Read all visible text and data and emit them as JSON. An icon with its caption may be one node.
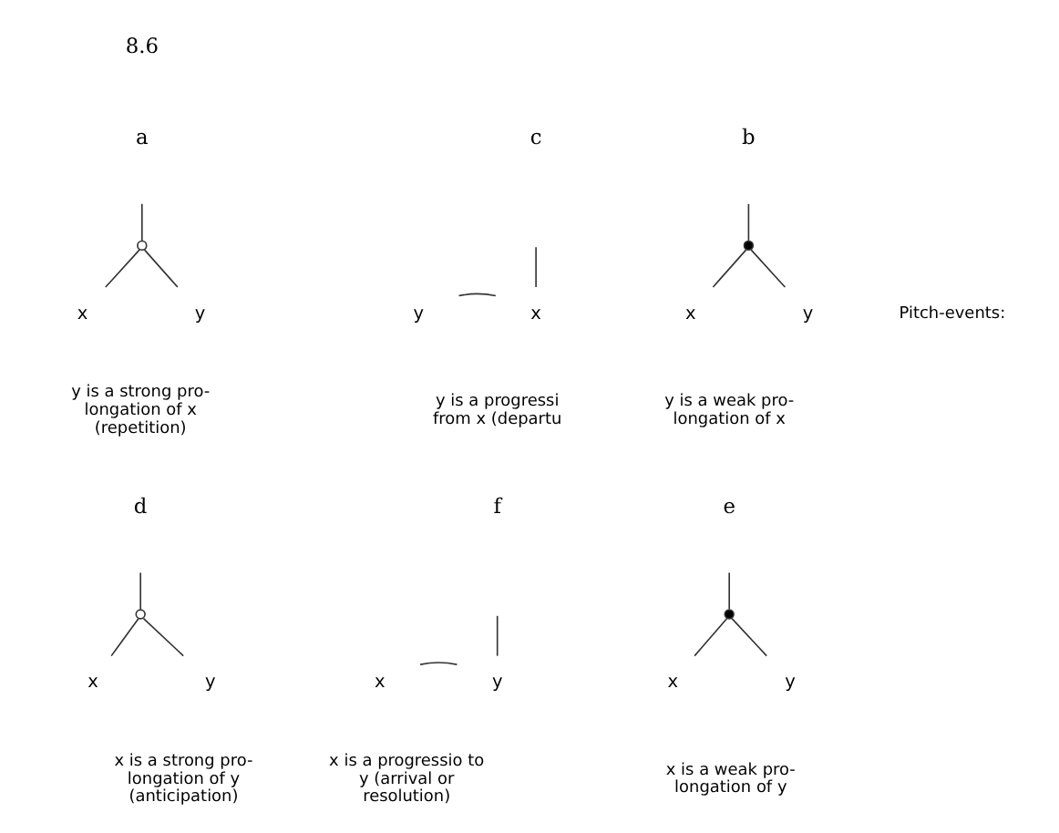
{
  "diagram": {
    "nodes": [
      {
        "text": [],
        "shape": "circle"
      },
      {
        "text": [
          "x"
        ]
      },
      {
        "text": [
          "y"
        ]
      },
      {
        "text": [],
        "shape": "circle"
      },
      {
        "text": [
          "x"
        ]
      },
      {
        "text": [
          "y"
        ]
      },
      {
        "text": [
          "x"
        ]
      },
      {
        "text": [
          "y"
        ]
      },
      {
        "text": [],
        "shape": "circle"
      },
      {
        "text": [
          "x"
        ]
      },
      {
        "text": [
          "y"
        ]
      },
      {
        "text": [],
        "shape": "circle"
      },
      {
        "text": [
          "x"
        ]
      },
      {
        "text": [
          "y"
        ]
      },
      {
        "text": [
          "x"
        ]
      },
      {
        "text": [
          "y"
        ]
      }
    ],
    "edges": [
      {
        "from": null,
        "to": 0,
        "arrow": "none"
      },
      {
        "from": 0,
        "to": 1,
        "arrow": "none"
      },
      {
        "from": 0,
        "to": 2,
        "arrow": "none"
      },
      {
        "from": null,
        "to": 3,
        "arrow": "none"
      },
      {
        "from": 3,
        "to": 4,
        "arrow": "none"
      },
      {
        "from": 3,
        "to": 5,
        "arrow": "none"
      },
      {
        "from": null,
        "to": 6,
        "arrow": "none"
      },
      {
        "from": 7,
        "to": 6,
        "arrow": "none"
      },
      {
        "from": null,
        "to": 8,
        "arrow": "none"
      },
      {
        "from": 8,
        "to": 9,
        "arrow": "none"
      },
      {
        "from": 8,
        "to": 10,
        "arrow": "none"
      },
      {
        "from": null,
        "to": 11,
        "arrow": "none"
      },
      {
        "from": 11,
        "to": 12,
        "arrow": "none"
      },
      {
        "from": 11,
        "to": 13,
        "arrow": "none"
      },
      {
        "from": null,
        "to": 15,
        "arrow": "none"
      },
      {
        "from": 14,
        "to": 15,
        "arrow": "none"
      }
    ],
    "labels": [
      "8.6",
      "a",
      "b",
      "c",
      "Pitch-events:",
      "y is a strong pro-longation of x (repetition)",
      "y is a weak pro-longation of x",
      "y is a progressi from x (departu",
      "d",
      "e",
      "f",
      "x is a strong pro-longation of y (anticipation)",
      "x is a weak pro-longation of y",
      "x is a progressio to y (arrival or resolution)"
    ]
  }
}
